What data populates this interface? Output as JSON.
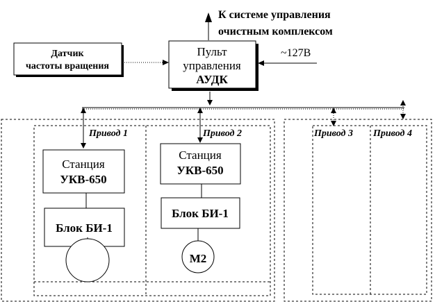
{
  "labels": {
    "to_control_system_line1": "К системе управления",
    "to_control_system_line2": "очистным комплексом",
    "sensor_line1": "Датчик",
    "sensor_line2": "частоты вращения",
    "panel_line1": "Пульт",
    "panel_line2": "управления",
    "panel_line3": "АУДК",
    "voltage": "~127В",
    "drive1": "Привод 1",
    "drive2": "Привод 2",
    "drive3": "Привод 3",
    "drive4": "Привод 4",
    "station1_line1": "Станция",
    "station1_line2": "УКВ-650",
    "station2_line1": "Станция",
    "station2_line2": "УКВ-650",
    "block1": "Блок БИ-1",
    "block2": "Блок БИ-1",
    "motor1": "",
    "motor2": "М2"
  }
}
